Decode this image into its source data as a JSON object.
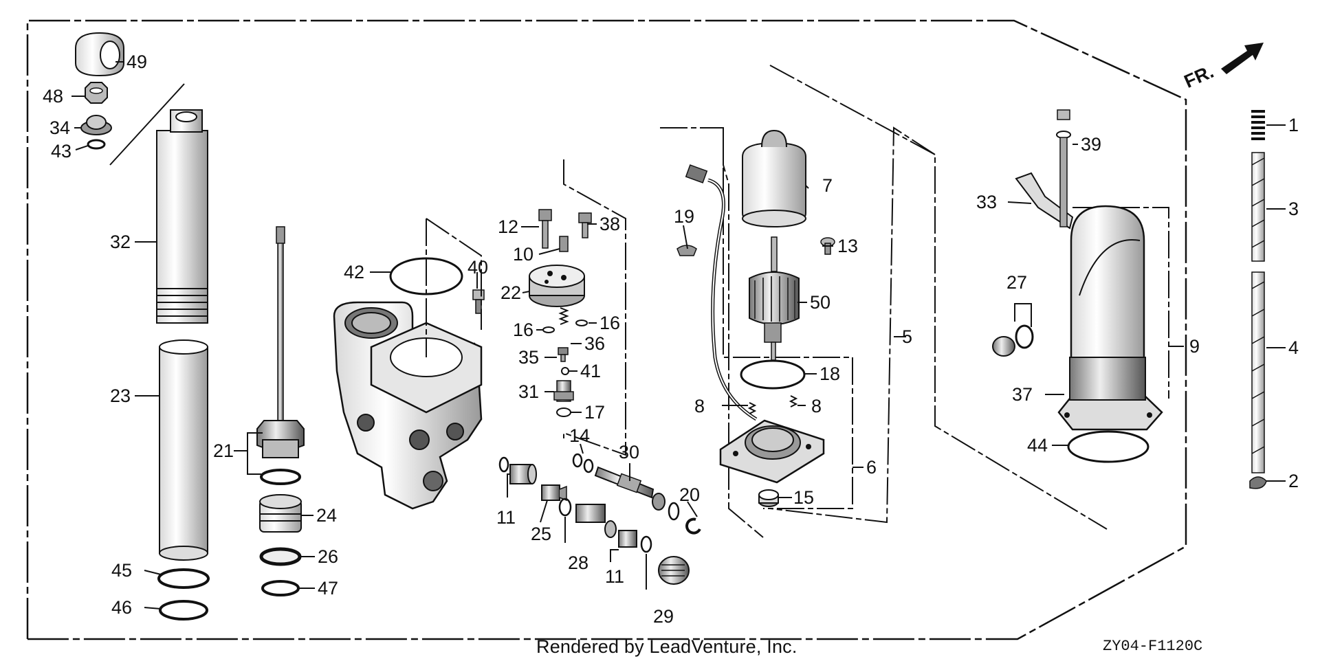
{
  "diagram": {
    "front_marker": "FR.",
    "credit": "Rendered by LeadVenture, Inc.",
    "code": "ZY04-F1120C",
    "callouts": [
      "1",
      "2",
      "3",
      "4",
      "5",
      "6",
      "7",
      "8",
      "8",
      "9",
      "10",
      "11",
      "11",
      "12",
      "13",
      "14",
      "15",
      "16",
      "16",
      "17",
      "18",
      "19",
      "20",
      "21",
      "22",
      "23",
      "24",
      "25",
      "26",
      "27",
      "28",
      "29",
      "30",
      "31",
      "32",
      "33",
      "34",
      "35",
      "36",
      "37",
      "38",
      "39",
      "40",
      "41",
      "42",
      "43",
      "44",
      "45",
      "46",
      "47",
      "48",
      "49",
      "50"
    ]
  }
}
